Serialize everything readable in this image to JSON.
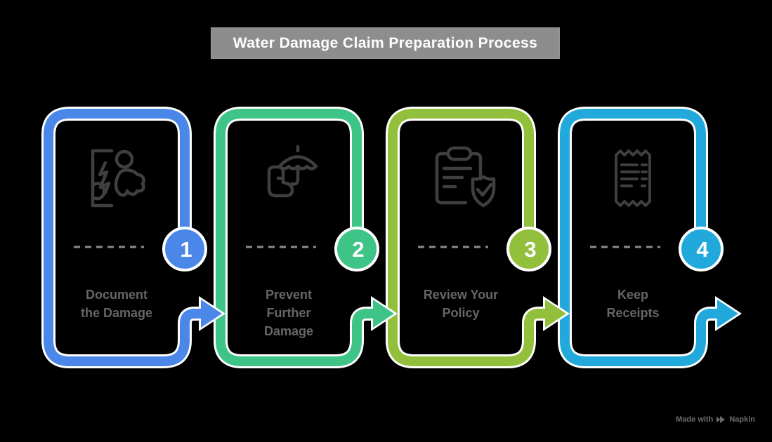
{
  "title": "Water Damage Claim Preparation Process",
  "colors": {
    "background": "#000000",
    "title_bg": "#8d8d8d",
    "title_text": "#ffffff",
    "label_text": "#666666",
    "icon_stroke": "#3f3f3f",
    "dash": "#8c8c8c",
    "step_blue": "#4b87e8",
    "step_green": "#3ec487",
    "step_olive": "#93c03c",
    "step_cyan": "#22a9dc"
  },
  "steps": [
    {
      "number": "1",
      "label": "Document\nthe Damage",
      "color": "#4b87e8",
      "icon": "damaged-photo-icon"
    },
    {
      "number": "2",
      "label": "Prevent\nFurther\nDamage",
      "color": "#3ec487",
      "icon": "umbrella-boot-icon"
    },
    {
      "number": "3",
      "label": "Review Your\nPolicy",
      "color": "#93c03c",
      "icon": "clipboard-shield-icon"
    },
    {
      "number": "4",
      "label": "Keep\nReceipts",
      "color": "#22a9dc",
      "icon": "receipt-icon"
    }
  ],
  "footer": {
    "made_with": "Made with",
    "brand": "Napkin"
  }
}
